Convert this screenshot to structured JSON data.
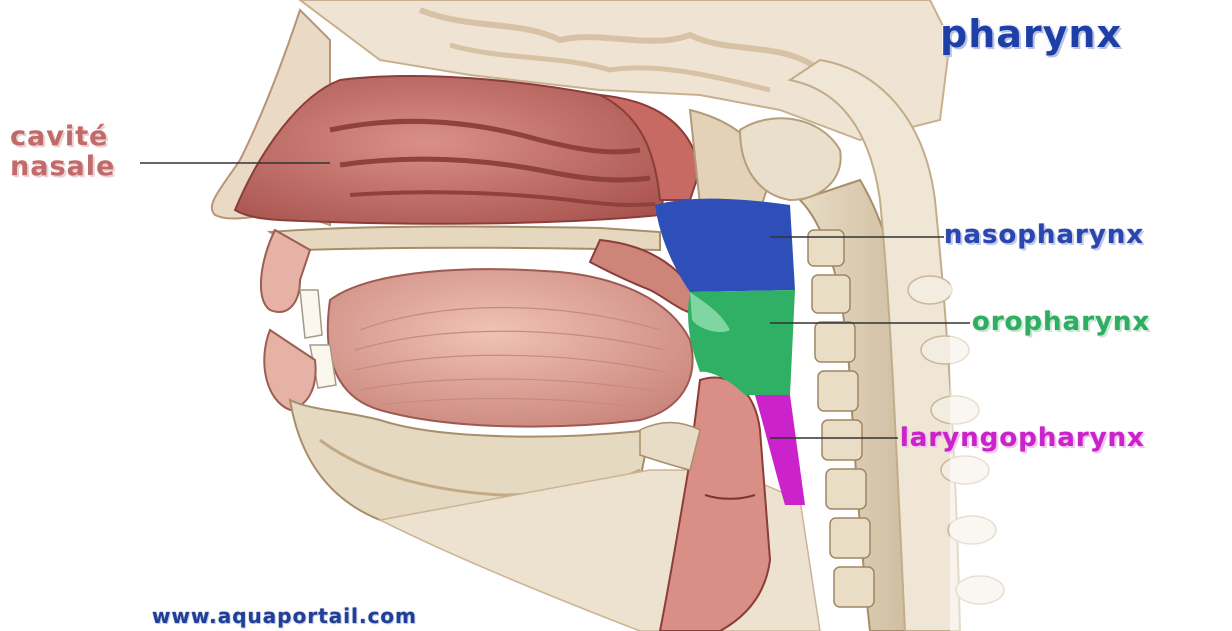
{
  "title": "pharynx",
  "labels": {
    "cavite_nasale": [
      "cavité",
      "nasale"
    ],
    "nasopharynx": "nasopharynx",
    "oropharynx": "oropharynx",
    "laryngopharynx": "laryngopharynx"
  },
  "footer_url": "www.aquaportail.com",
  "colors": {
    "title": "#1f3fa8",
    "cavite_nasale": "#c26a6a",
    "nasopharynx": "#2a46b0",
    "oropharynx": "#2fae62",
    "laryngopharynx": "#cc22cc",
    "url": "#1f3f98"
  }
}
